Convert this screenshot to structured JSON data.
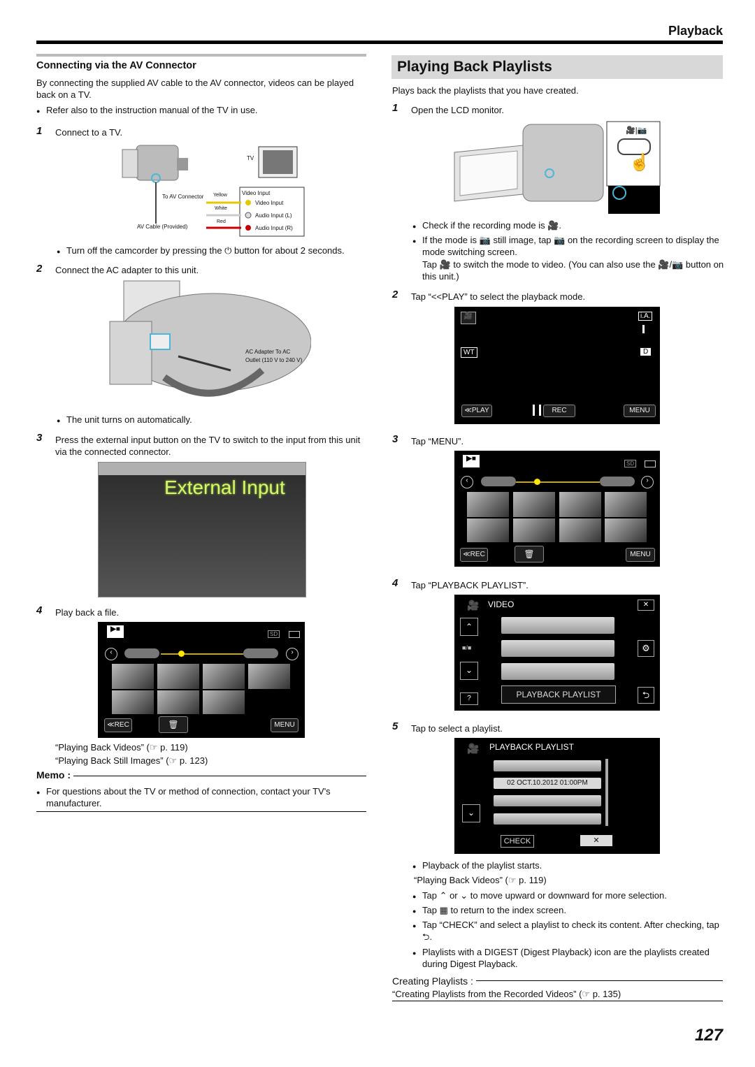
{
  "header": {
    "section": "Playback",
    "page_number": "127"
  },
  "left": {
    "heading": "Connecting via the AV Connector",
    "intro": "By connecting the supplied AV cable to the AV connector, videos can be played back on a TV.",
    "intro_bullet": "Refer also to the instruction manual of the TV in use.",
    "step1": {
      "num": "1",
      "text": "Connect to a TV."
    },
    "diagram": {
      "tv": "TV",
      "to_av": "To AV Connector",
      "yellow": "Yellow",
      "white": "White",
      "red": "Red",
      "cable": "AV Cable (Provided)",
      "video_input_head": "Video Input",
      "video_input": "Video Input",
      "audio_l": "Audio Input (L)",
      "audio_r": "Audio Input (R)"
    },
    "step1_bullet": "Turn off the camcorder by pressing the ⏻ button for about 2 seconds.",
    "step2": {
      "num": "2",
      "text": "Connect the AC adapter to this unit."
    },
    "ac_label_1": "AC Adapter To AC",
    "ac_label_2": "Outlet (110 V to 240 V)",
    "step2_bullet": "The unit turns on automatically.",
    "step3": {
      "num": "3",
      "text": "Press the external input button on the TV to switch to the input from this unit via the connected connector."
    },
    "external_input": "External Input",
    "step4": {
      "num": "4",
      "text": "Play back a file."
    },
    "screen": {
      "sd": "SD",
      "rec": "≪REC",
      "menu": "MENU"
    },
    "ref1": "“Playing Back Videos” (☞ p. 119)",
    "ref2": "“Playing Back Still Images” (☞ p. 123)",
    "memo_title": "Memo :",
    "memo_text": "For questions about the TV or method of connection, contact your TV's manufacturer."
  },
  "right": {
    "title": "Playing Back Playlists",
    "intro": "Plays back the playlists that you have created.",
    "step1": {
      "num": "1",
      "text": "Open the LCD monitor."
    },
    "b1": "Check if the recording mode is 🎥.",
    "b2": "If the mode is 📷 still image, tap 📷 on the recording screen to display the mode switching screen.",
    "b2b": "Tap 🎥 to switch the mode to video. (You can also use the 🎥/📷 button on this unit.)",
    "step2": {
      "num": "2",
      "text": "Tap “<<PLAY” to select the playback mode."
    },
    "rec_screen": {
      "ia": "i.A.",
      "wt": "WT",
      "d": "D",
      "play": "≪PLAY",
      "rec": "REC",
      "menu": "MENU"
    },
    "step3": {
      "num": "3",
      "text": "Tap “MENU”."
    },
    "idx_screen": {
      "sd": "SD",
      "rec": "≪REC",
      "menu": "MENU"
    },
    "step4": {
      "num": "4",
      "text": "Tap “PLAYBACK PLAYLIST”."
    },
    "menu_screen": {
      "video": "VIDEO",
      "playback_playlist": "PLAYBACK PLAYLIST",
      "page": "■/■",
      "help": "?"
    },
    "step5": {
      "num": "5",
      "text": "Tap to select a playlist."
    },
    "pl_screen": {
      "title": "PLAYBACK PLAYLIST",
      "entry": "02  OCT.10.2012 01:00PM",
      "check": "CHECK"
    },
    "after": [
      "Playback of the playlist starts.",
      "“Playing Back Videos” (☞ p. 119)",
      "Tap ⌃ or ⌄ to move upward or downward for more selection.",
      "Tap ▦ to return to the index screen.",
      "Tap “CHECK” and select a playlist to check its content. After checking, tap ⮌.",
      "Playlists with a DIGEST (Digest Playback) icon are the playlists created during Digest Playback."
    ],
    "creating_title": "Creating Playlists :",
    "creating_ref": "“Creating Playlists from the Recorded Videos” (☞ p. 135)"
  }
}
